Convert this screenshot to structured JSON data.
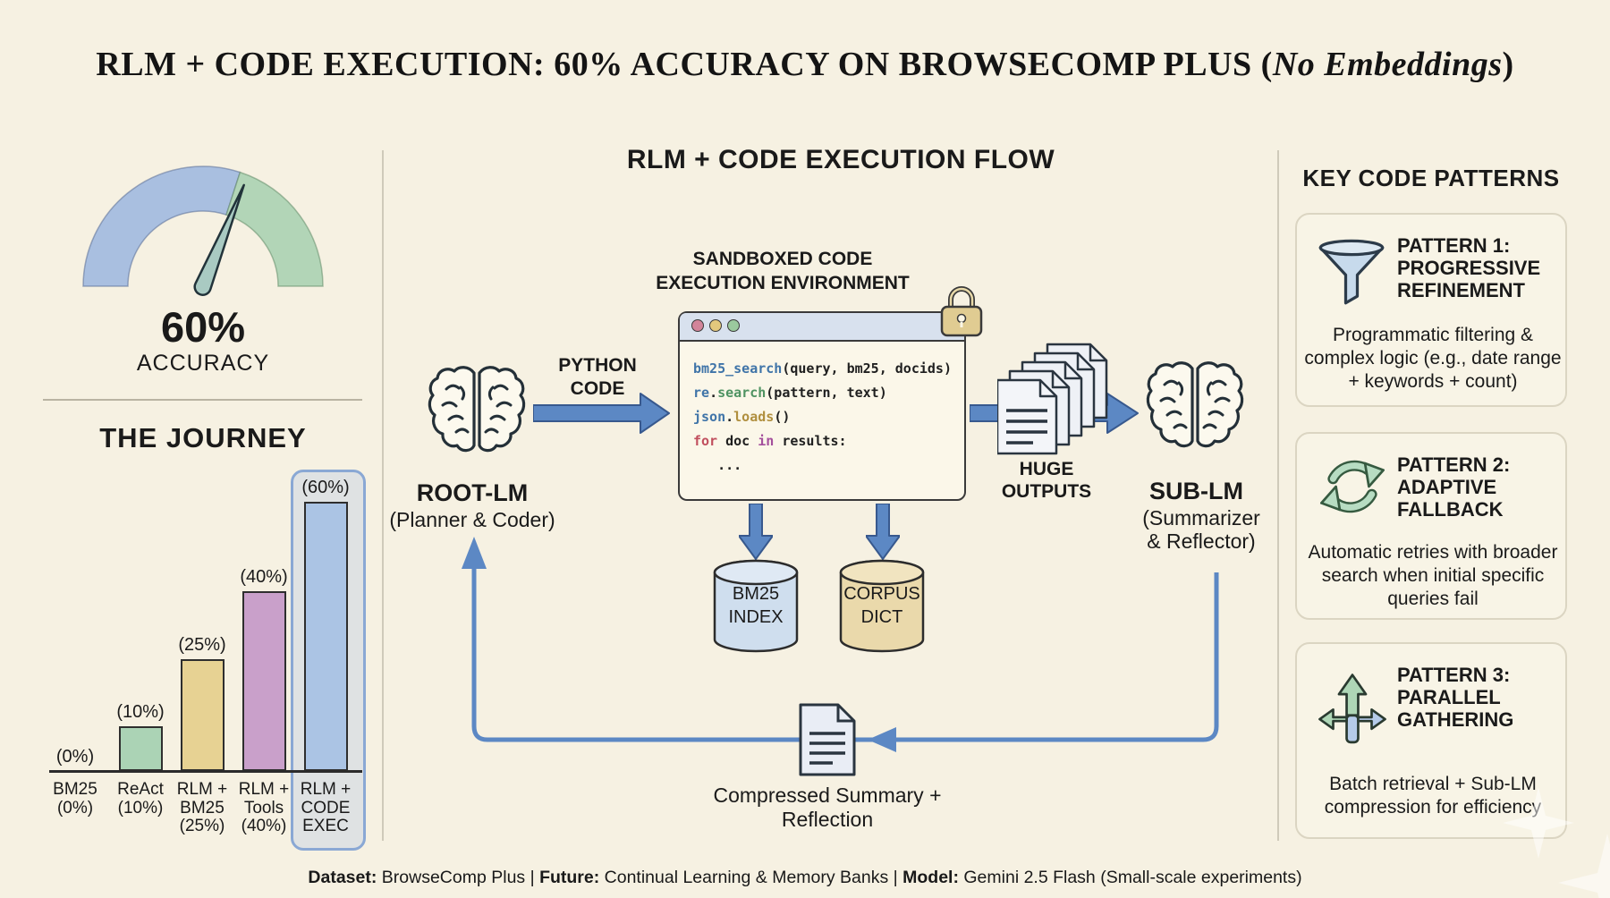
{
  "title": {
    "prefix": "RLM + CODE EXECUTION: 60% ACCURACY ON BROWSECOMP PLUS (",
    "italic": "No Embeddings",
    "suffix": ")"
  },
  "gauge": {
    "value": "60%",
    "label": "ACCURACY",
    "percent": 60
  },
  "journey": {
    "heading": "THE JOURNEY",
    "chart_data": {
      "type": "bar",
      "title": "THE JOURNEY",
      "categories": [
        "BM25",
        "ReAct",
        "RLM + BM25",
        "RLM + Tools",
        "RLM + CODE EXEC"
      ],
      "category_label_lines": [
        [
          "BM25",
          "(0%)"
        ],
        [
          "ReAct",
          "(10%)"
        ],
        [
          "RLM +",
          "BM25",
          "(25%)"
        ],
        [
          "RLM +",
          "Tools",
          "(40%)"
        ],
        [
          "RLM +",
          "CODE",
          "EXEC"
        ]
      ],
      "values": [
        0,
        10,
        25,
        40,
        60
      ],
      "value_labels": [
        "(0%)",
        "(10%)",
        "(25%)",
        "(40%)",
        "(60%)"
      ],
      "unit": "%",
      "ylim": [
        0,
        60
      ],
      "bar_colors": [
        "#abd3b5",
        "#abd3b5",
        "#e7d293",
        "#c9a0ca",
        "#abc4e4"
      ],
      "highlight_index": 4
    }
  },
  "flow": {
    "heading": "RLM + CODE EXECUTION FLOW",
    "sandbox_label": [
      "SANDBOXED CODE",
      "EXECUTION ENVIRONMENT"
    ],
    "python_label": [
      "PYTHON",
      "CODE"
    ],
    "root_lm": {
      "name": "ROOT-LM",
      "role": "(Planner & Coder)"
    },
    "sub_lm": {
      "name": "SUB-LM",
      "role_lines": [
        "(Summarizer",
        "& Reflector)"
      ]
    },
    "huge_outputs": [
      "HUGE",
      "OUTPUTS"
    ],
    "code_lines": [
      [
        {
          "t": "bm25_search",
          "c": "fn"
        },
        {
          "t": "(query, bm25, docids)",
          "c": "ink"
        }
      ],
      [
        {
          "t": "re",
          "c": "fn"
        },
        {
          "t": ".",
          "c": "ink"
        },
        {
          "t": "search",
          "c": "green"
        },
        {
          "t": "(pattern, text)",
          "c": "ink"
        }
      ],
      [
        {
          "t": "json",
          "c": "fn"
        },
        {
          "t": ".",
          "c": "ink"
        },
        {
          "t": "loads",
          "c": "gold"
        },
        {
          "t": "()",
          "c": "ink"
        }
      ],
      [
        {
          "t": "for",
          "c": "red"
        },
        {
          "t": " doc ",
          "c": "ink"
        },
        {
          "t": "in",
          "c": "purple"
        },
        {
          "t": " results:",
          "c": "ink"
        }
      ],
      [
        {
          "t": "   ...",
          "c": "ink"
        }
      ]
    ],
    "bm25_cylinder": [
      "BM25",
      "INDEX"
    ],
    "corpus_cylinder": [
      "CORPUS",
      "DICT"
    ],
    "loop_label": "Compressed Summary + Reflection"
  },
  "patterns": {
    "heading": "KEY CODE PATTERNS",
    "cards": [
      {
        "icon": "funnel-icon",
        "title_lines": [
          "PATTERN 1:",
          "PROGRESSIVE",
          "REFINEMENT"
        ],
        "desc": "Programmatic filtering & complex logic (e.g., date range + keywords + count)"
      },
      {
        "icon": "cycle-icon",
        "title_lines": [
          "PATTERN 2:",
          "ADAPTIVE",
          "FALLBACK"
        ],
        "desc": "Automatic retries with broader search when initial specific queries fail"
      },
      {
        "icon": "branch-arrows-icon",
        "title_lines": [
          "PATTERN 3:",
          "PARALLEL",
          "GATHERING"
        ],
        "desc": "Batch retrieval + Sub-LM compression for efficiency"
      }
    ]
  },
  "footer": [
    {
      "label": "Dataset:",
      "text": " BrowseComp Plus"
    },
    {
      "label": "Future:",
      "text": " Continual Learning & Memory Banks"
    },
    {
      "label": "Model:",
      "text": " Gemini 2.5 Flash (Small-scale experiments)"
    }
  ],
  "colors": {
    "background": "#f6f1e2",
    "accent_blue": "#5c88c4",
    "gauge_blue": "#a9bfe0",
    "gauge_green": "#b2d5b7",
    "needle": "#a9cac2",
    "bar_green": "#abd3b5",
    "bar_yellow": "#e7d293",
    "bar_purple": "#c9a0ca",
    "bar_blue": "#abc4e4",
    "cylinder_blue": "#cfdeee",
    "cylinder_tan": "#ead9ab",
    "highlight_border": "#8aa8d4"
  }
}
